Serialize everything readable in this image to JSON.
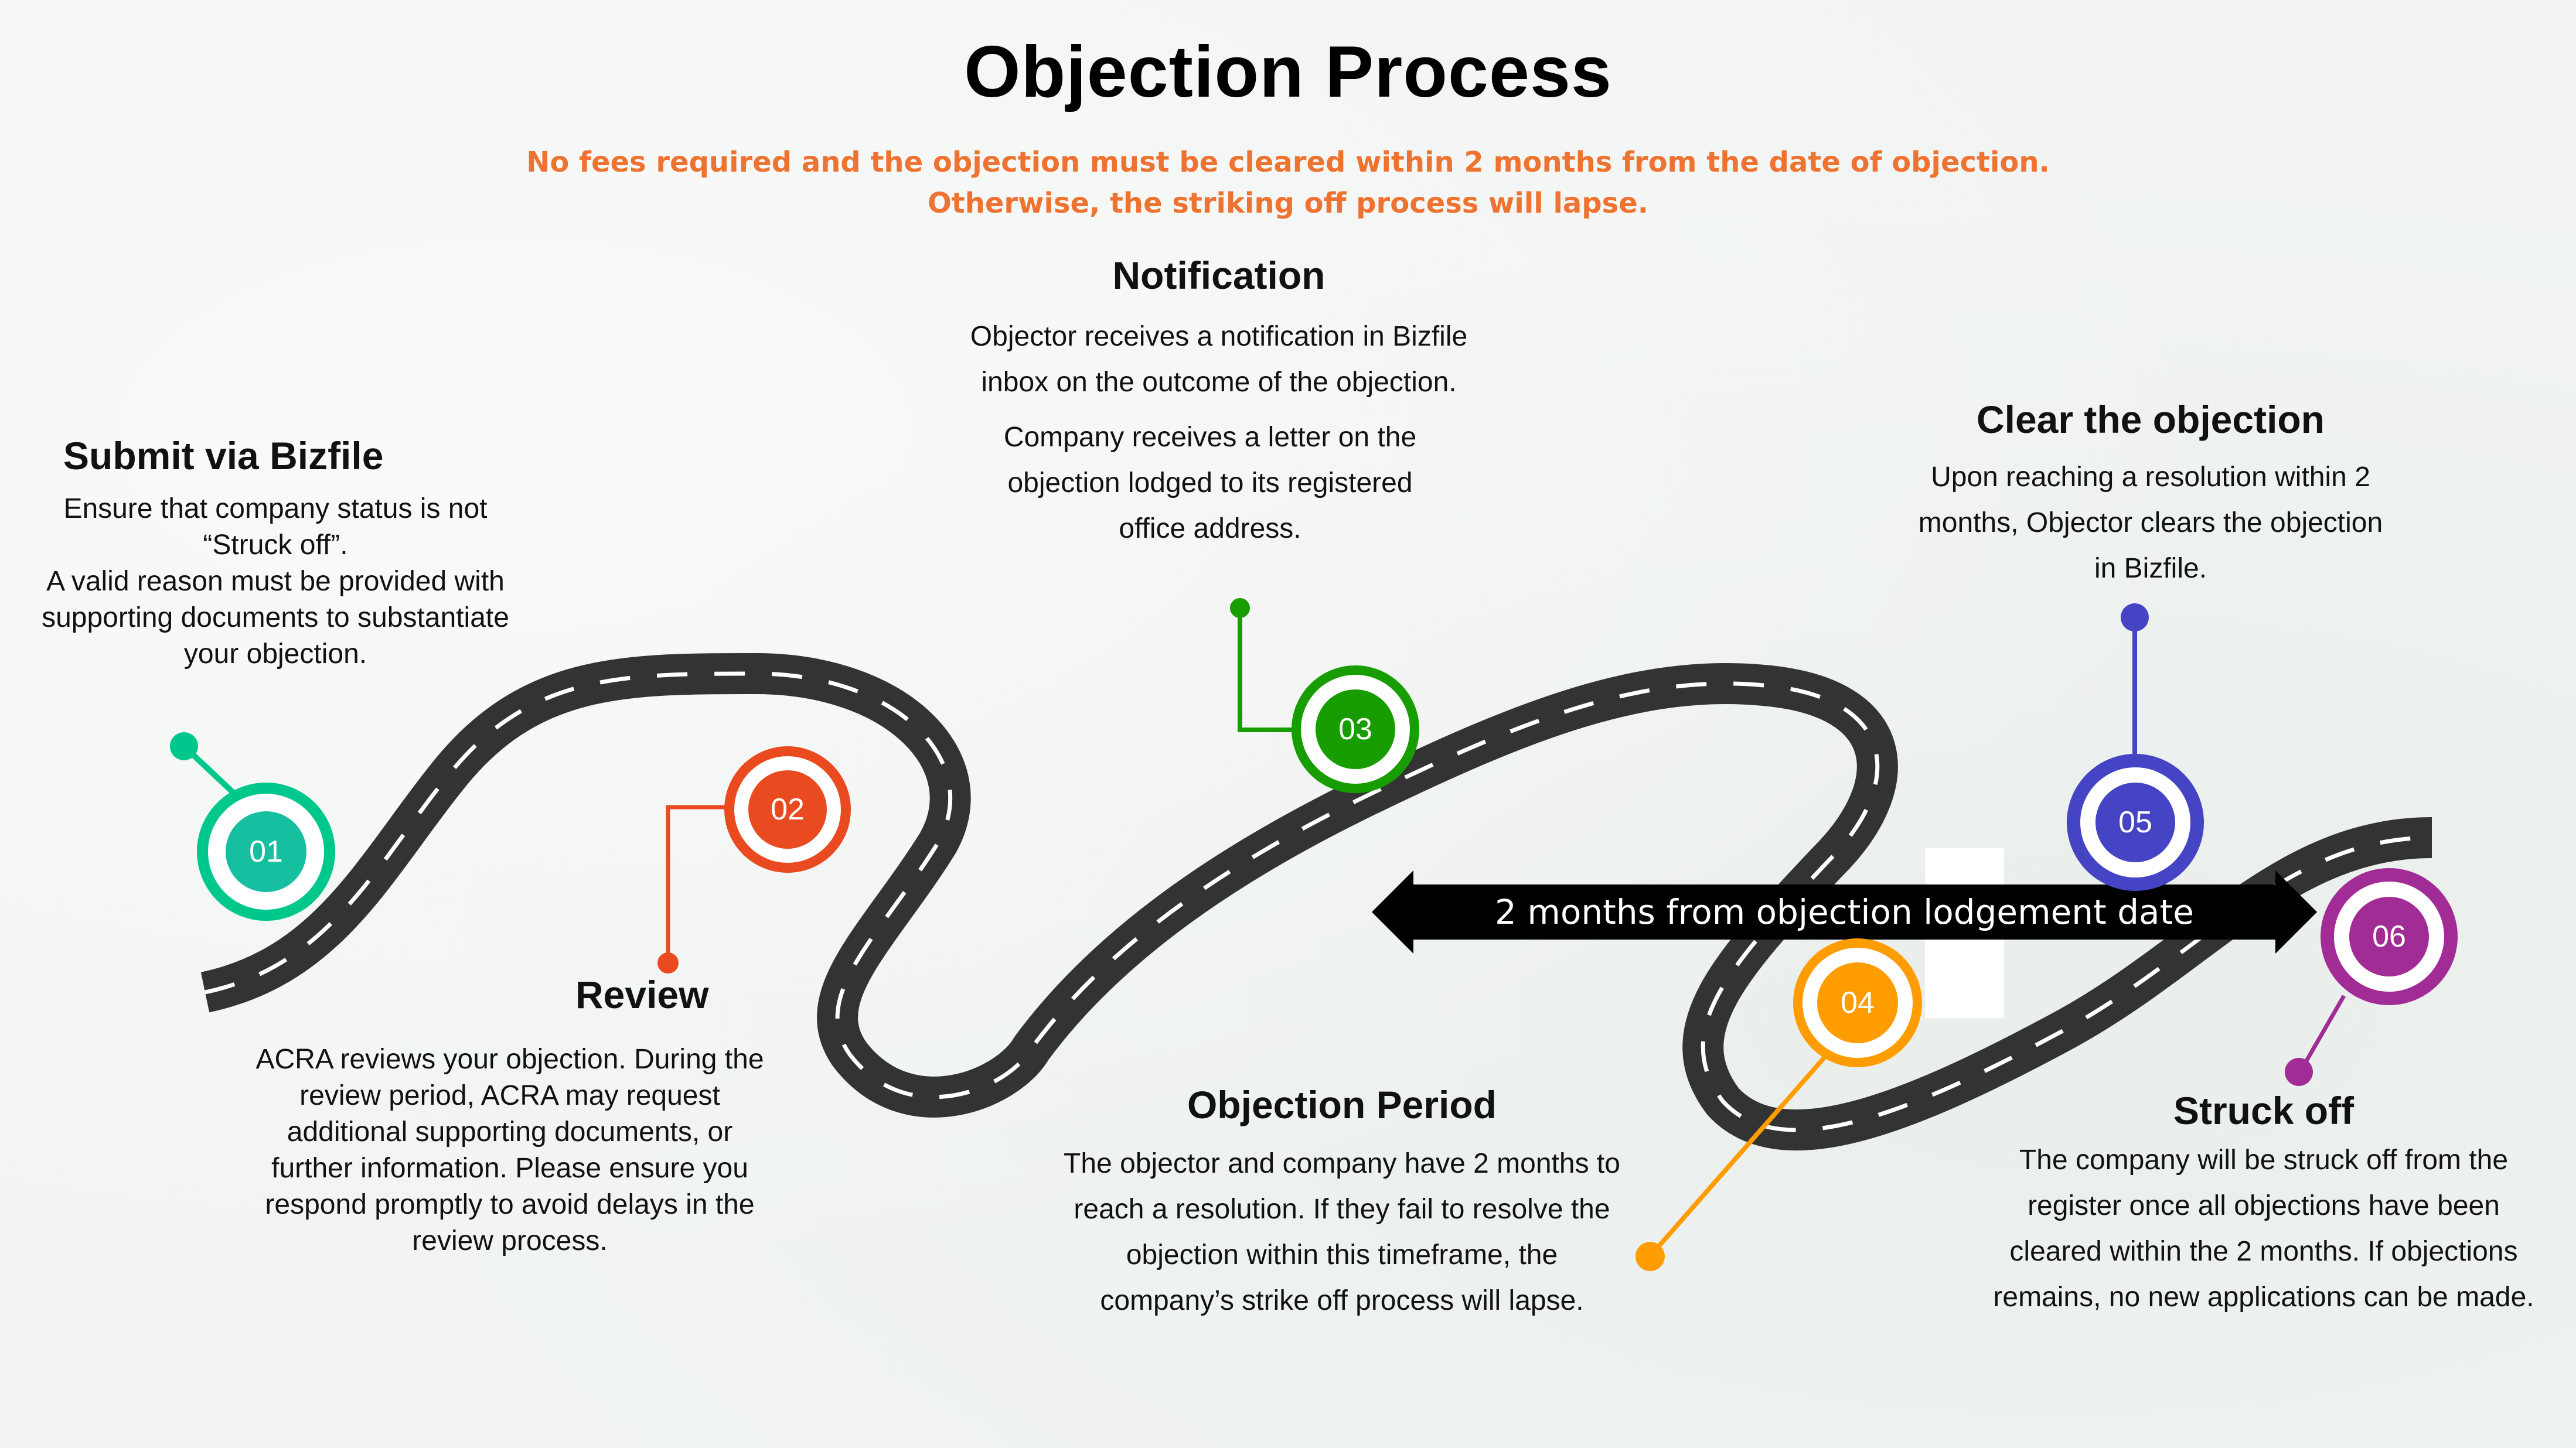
{
  "title": "Objection Process",
  "subtitle": {
    "line1": "No fees required and the objection must be cleared within 2 months from the date of objection.",
    "line2": "Otherwise, the striking off process will lapse.",
    "color": "#EE7331"
  },
  "arrow": {
    "label": "2 months from objection lodgement date",
    "icon": "double-headed-arrow-icon",
    "color": "#000000"
  },
  "road": {
    "icon": "winding-road-icon",
    "color": "#333333",
    "lane_color": "#FFFFFF"
  },
  "steps": [
    {
      "number": "01",
      "title": "Submit via Bizfile",
      "body": [
        "Ensure that company status is not",
        "“Struck off”.",
        "A valid reason must be provided with",
        "supporting documents to substantiate",
        "your objection."
      ],
      "ring_color": "#00C88C",
      "inner_color": "#16BFA0"
    },
    {
      "number": "02",
      "title": "Review",
      "body": [
        "ACRA reviews your objection. During the",
        "review period, ACRA may request",
        "additional supporting documents, or",
        "further information. Please ensure you",
        "respond promptly to avoid delays in the",
        "review process."
      ],
      "ring_color": "#EA4A1F",
      "inner_color": "#EA4A1F"
    },
    {
      "number": "03",
      "title": "Notification",
      "body": [
        "Objector receives a notification in Bizfile",
        "inbox on the outcome of the objection."
      ],
      "body2": [
        "Company receives a letter on the",
        "objection lodged to its registered",
        "office address."
      ],
      "ring_color": "#179D00",
      "inner_color": "#179D00"
    },
    {
      "number": "04",
      "title": "Objection Period",
      "body": [
        "The objector and company have 2 months to",
        "reach a resolution. If they fail to resolve the",
        "objection within this timeframe, the",
        "company’s strike off process will lapse."
      ],
      "ring_color": "#FF9C00",
      "inner_color": "#FF9C00"
    },
    {
      "number": "05",
      "title": "Clear the objection",
      "body": [
        "Upon reaching a resolution within 2",
        "months, Objector clears the objection",
        "in Bizfile."
      ],
      "ring_color": "#4544C4",
      "inner_color": "#4544C4"
    },
    {
      "number": "06",
      "title": "Struck off",
      "body": [
        "The company will be struck off from the",
        "register once all objections have been",
        "cleared within the 2 months. If objections",
        "remains, no new applications can be made."
      ],
      "ring_color": "#A22C96",
      "inner_color": "#A22C96"
    }
  ]
}
